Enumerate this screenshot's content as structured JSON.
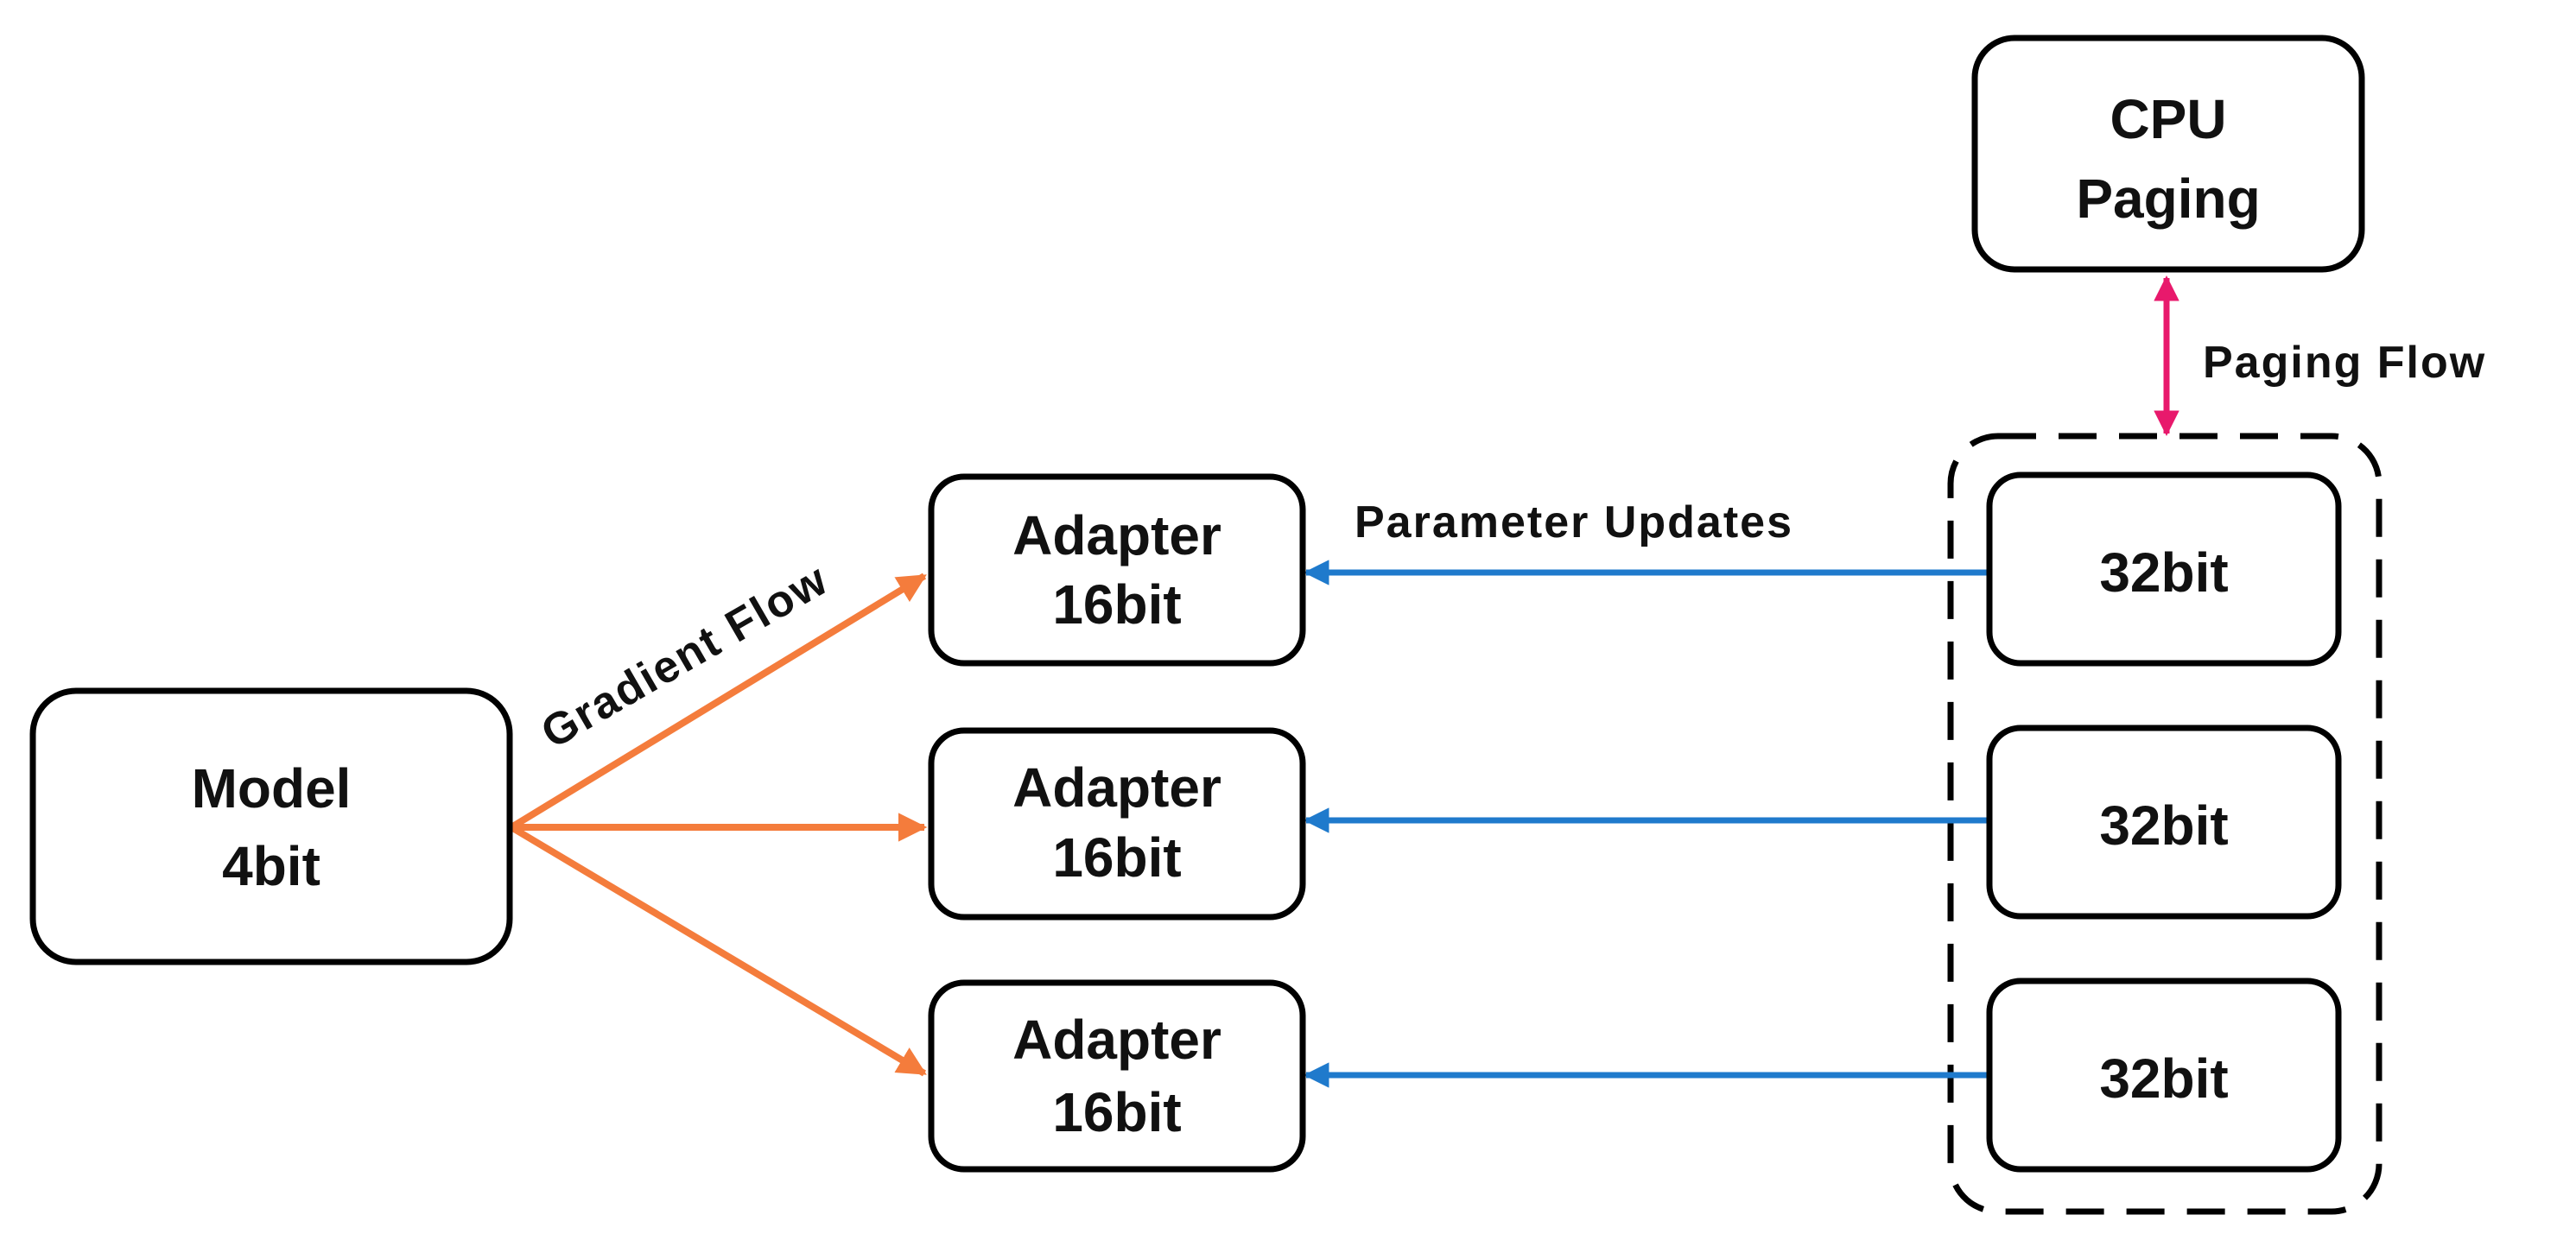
{
  "nodes": {
    "model": {
      "line1": "Model",
      "line2": "4bit"
    },
    "adapters": [
      {
        "line1": "Adapter",
        "line2": "16bit"
      },
      {
        "line1": "Adapter",
        "line2": "16bit"
      },
      {
        "line1": "Adapter",
        "line2": "16bit"
      }
    ],
    "optimizer_states": [
      {
        "label": "32bit"
      },
      {
        "label": "32bit"
      },
      {
        "label": "32bit"
      }
    ],
    "cpu": {
      "line1": "CPU",
      "line2": "Paging"
    }
  },
  "edge_labels": {
    "gradient_flow": "Gradient Flow",
    "parameter_updates": "Parameter Updates",
    "paging_flow": "Paging Flow"
  },
  "colors": {
    "gradient_arrow": "#f47c3c",
    "update_arrow": "#1f7acc",
    "paging_arrow": "#e8196c",
    "border": "#000000"
  }
}
